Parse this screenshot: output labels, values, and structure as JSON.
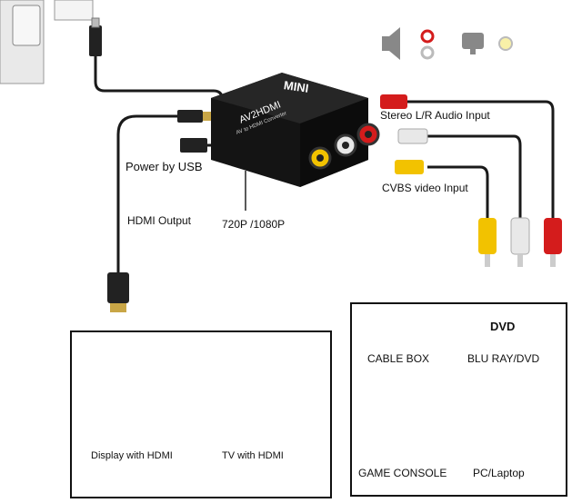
{
  "device": {
    "brand": "MINI",
    "model": "AV2HDMI",
    "model_sub": "AV to HDMI Converter"
  },
  "labels": {
    "stereo_audio": "Stereo L/R Audio Input",
    "cvbs_video": "CVBS video Input",
    "power": "Power by USB",
    "hdmi_output": "HDMI Output",
    "resolution": "720P /1080P"
  },
  "sources_box": {
    "items": [
      {
        "label": "CABLE BOX",
        "icon": "cable-box-icon"
      },
      {
        "label": "BLU RAY/DVD",
        "icon": "dvd-icon",
        "icon_text": "DVD"
      },
      {
        "label": "GAME CONSOLE",
        "icon": "game-console-icon"
      },
      {
        "label": "PC/Laptop",
        "icon": "pc-icon"
      }
    ]
  },
  "displays_box": {
    "items": [
      {
        "label": "Display with HDMI",
        "icon": "monitor-icon"
      },
      {
        "label": "TV with HDMI",
        "icon": "tv-icon"
      }
    ]
  },
  "colors": {
    "red": "#d41c1c",
    "white": "#e8e8e8",
    "yellow": "#f2c200",
    "cable": "#1a1a1a",
    "device": "#141414"
  }
}
